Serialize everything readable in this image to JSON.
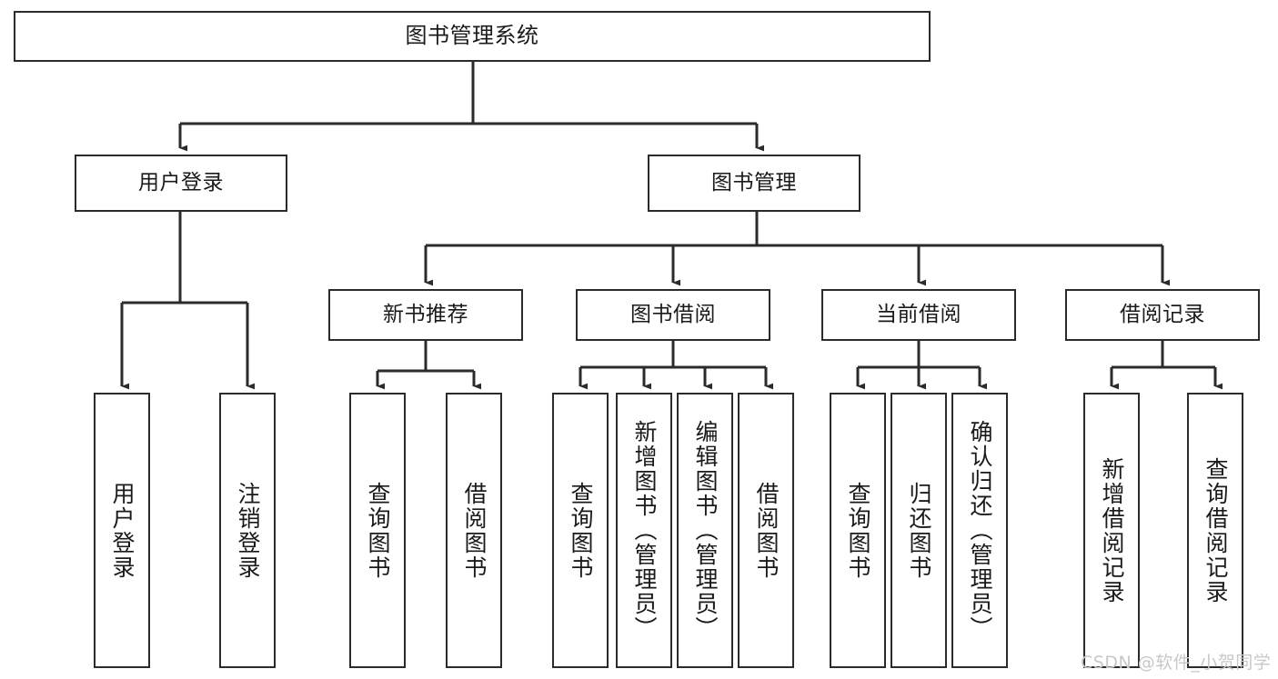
{
  "diagram": {
    "title": "图书管理系统",
    "type": "tree",
    "style": {
      "box_border_color": "#2b2b2b",
      "box_fill_color": "#ffffff",
      "edge_color": "#2b2b2b",
      "background_color": "#ffffff",
      "text_color": "#1a1a1a"
    },
    "root": {
      "label": "图书管理系统"
    },
    "level2": [
      {
        "label": "用户登录"
      },
      {
        "label": "图书管理"
      }
    ],
    "level3": [
      {
        "label": "新书推荐"
      },
      {
        "label": "图书借阅"
      },
      {
        "label": "当前借阅"
      },
      {
        "label": "借阅记录"
      }
    ],
    "leaves": {
      "user_login": [
        {
          "label": "用户登录"
        },
        {
          "label": "注销登录"
        }
      ],
      "new_book_recommend": [
        {
          "label": "查询图书"
        },
        {
          "label": "借阅图书"
        }
      ],
      "book_borrow": [
        {
          "label": "查询图书"
        },
        {
          "label": "新增图书（管理员）"
        },
        {
          "label": "编辑图书（管理员）"
        },
        {
          "label": "借阅图书"
        }
      ],
      "current_borrow": [
        {
          "label": "查询图书"
        },
        {
          "label": "归还图书"
        },
        {
          "label": "确认归还（管理员）"
        }
      ],
      "borrow_records": [
        {
          "label": "新增借阅记录"
        },
        {
          "label": "查询借阅记录"
        }
      ]
    }
  },
  "watermark": {
    "text": "CSDN @软件_小贺同学"
  }
}
